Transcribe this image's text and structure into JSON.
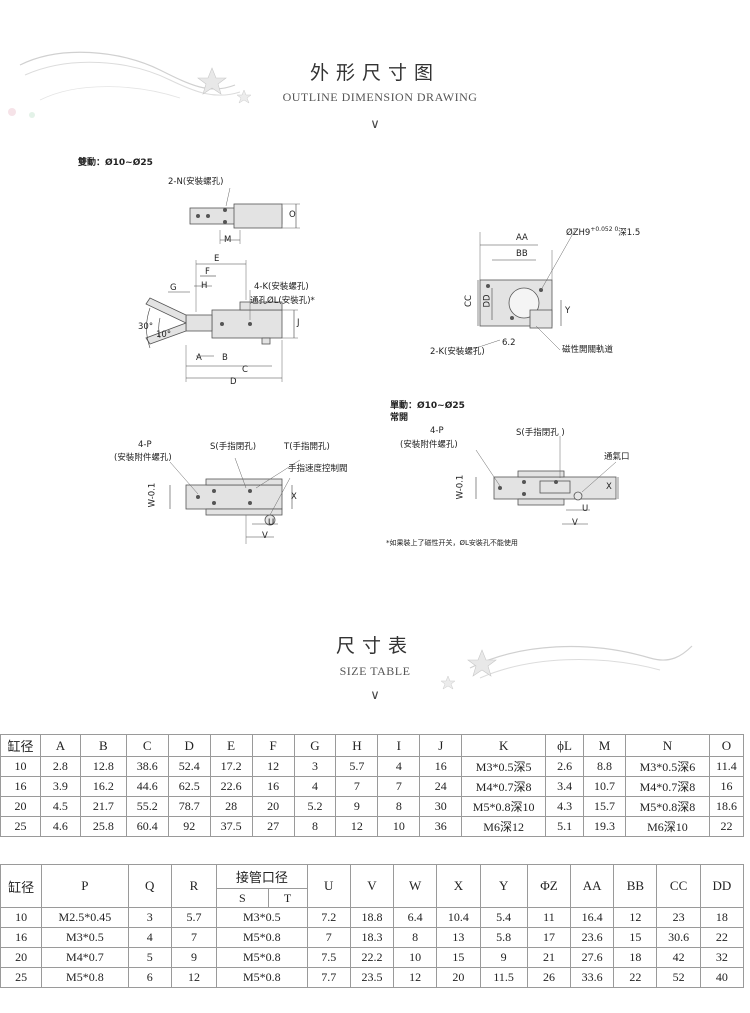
{
  "outline": {
    "title_cn": "外形尺寸图",
    "title_en": "OUTLINE DIMENSION DRAWING",
    "chevron": "∨"
  },
  "drawing": {
    "double_label": "雙動：Ø10~Ø25",
    "single_label": "單動：Ø10~Ø25",
    "normally_open": "常開",
    "labels": {
      "n_holes": "2-N(安裝螺孔)",
      "k_holes": "4-K(安裝螺孔)",
      "l_holes": "通孔ØL(安裝孔)*",
      "k2_holes": "2-K(安裝螺孔)",
      "zh": "ØZH9",
      "zh_tol": "+0.052 0",
      "zh_depth": "深1.5",
      "magnet_rail": "磁性開關軌道",
      "p_holes_a": "4-P",
      "p_holes_b": "(安裝附件螺孔)",
      "s_close": "S(手指閉孔)",
      "t_open": "T(手指開孔)",
      "speed_valve": "手指速度控制閥",
      "s_close_2": "S(手指閉孔 )",
      "vent": "通氣口",
      "note": "*如果裝上了磁性开关，ØL安裝孔不能使用",
      "w_tol": "W-0.1",
      "w_zero": "0",
      "dims": [
        "A",
        "B",
        "C",
        "D",
        "E",
        "F",
        "G",
        "H",
        "J",
        "M",
        "O",
        "X",
        "U",
        "V",
        "Y",
        "AA",
        "BB",
        "CC",
        "DD",
        "6.2",
        "30°",
        "10°"
      ]
    }
  },
  "size_section": {
    "title_cn": "尺寸表",
    "title_en": "SIZE TABLE",
    "chevron": "∨"
  },
  "table1": {
    "headers": [
      "缸径",
      "A",
      "B",
      "C",
      "D",
      "E",
      "F",
      "G",
      "H",
      "I",
      "J",
      "K",
      "ϕL",
      "M",
      "N",
      "O"
    ],
    "rows": [
      [
        "10",
        "2.8",
        "12.8",
        "38.6",
        "52.4",
        "17.2",
        "12",
        "3",
        "5.7",
        "4",
        "16",
        "M3*0.5深5",
        "2.6",
        "8.8",
        "M3*0.5深6",
        "11.4"
      ],
      [
        "16",
        "3.9",
        "16.2",
        "44.6",
        "62.5",
        "22.6",
        "16",
        "4",
        "7",
        "7",
        "24",
        "M4*0.7深8",
        "3.4",
        "10.7",
        "M4*0.7深8",
        "16"
      ],
      [
        "20",
        "4.5",
        "21.7",
        "55.2",
        "78.7",
        "28",
        "20",
        "5.2",
        "9",
        "8",
        "30",
        "M5*0.8深10",
        "4.3",
        "15.7",
        "M5*0.8深8",
        "18.6"
      ],
      [
        "25",
        "4.6",
        "25.8",
        "60.4",
        "92",
        "37.5",
        "27",
        "8",
        "12",
        "10",
        "36",
        "M6深12",
        "5.1",
        "19.3",
        "M6深10",
        "22"
      ]
    ]
  },
  "table2": {
    "headers": [
      "缸径",
      "P",
      "Q",
      "R",
      "接管口径",
      "U",
      "V",
      "W",
      "X",
      "Y",
      "ΦZ",
      "AA",
      "BB",
      "CC",
      "DD"
    ],
    "sub_headers": [
      "S",
      "T"
    ],
    "rows": [
      [
        "10",
        "M2.5*0.45",
        "3",
        "5.7",
        "M3*0.5",
        "7.2",
        "18.8",
        "6.4",
        "10.4",
        "5.4",
        "11",
        "16.4",
        "12",
        "23",
        "18"
      ],
      [
        "16",
        "M3*0.5",
        "4",
        "7",
        "M5*0.8",
        "7",
        "18.3",
        "8",
        "13",
        "5.8",
        "17",
        "23.6",
        "15",
        "30.6",
        "22"
      ],
      [
        "20",
        "M4*0.7",
        "5",
        "9",
        "M5*0.8",
        "7.5",
        "22.2",
        "10",
        "15",
        "9",
        "21",
        "27.6",
        "18",
        "42",
        "32"
      ],
      [
        "25",
        "M5*0.8",
        "6",
        "12",
        "M5*0.8",
        "7.7",
        "23.5",
        "12",
        "20",
        "11.5",
        "26",
        "33.6",
        "22",
        "52",
        "40"
      ]
    ]
  }
}
